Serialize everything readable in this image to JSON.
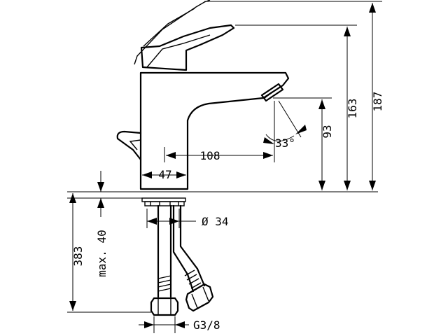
{
  "dimensions": {
    "total_height": "187",
    "spout_height": "163",
    "outlet_height": "93",
    "reach": "108",
    "base_width": "47",
    "spray_angle": "33°",
    "hole_diameter": "Ø 34",
    "max_thickness": "max. 40",
    "hose_length": "383",
    "connection_thread": "G3/8"
  }
}
